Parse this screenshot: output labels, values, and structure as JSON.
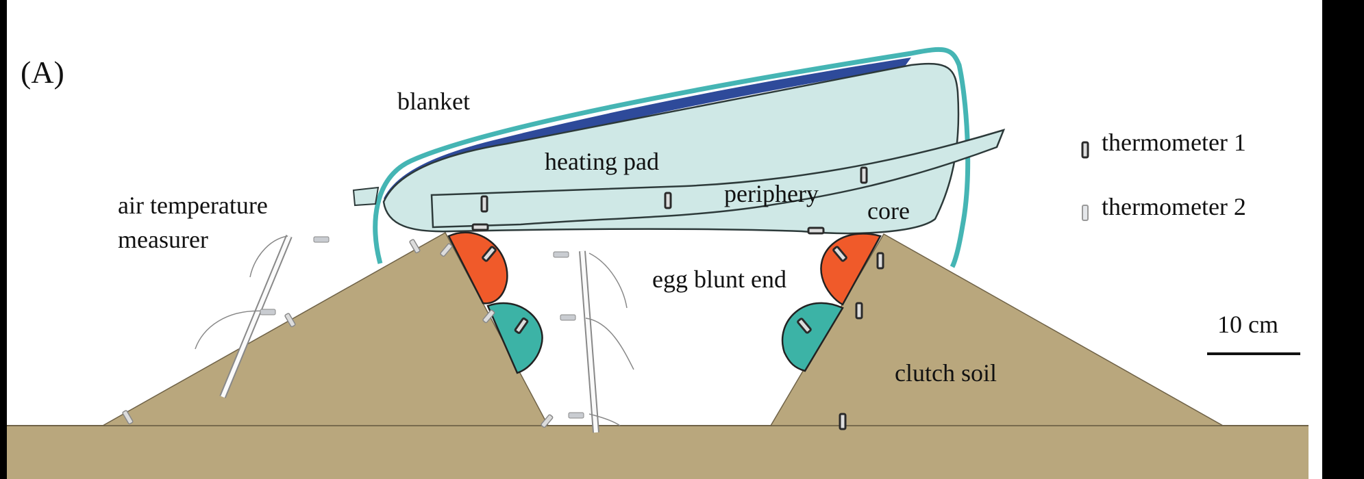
{
  "figure": {
    "panel_label": "(A)",
    "colors": {
      "soil": "#b9a77d",
      "soil_edge": "#6f6247",
      "blanket_outline": "#45b5b4",
      "blanket_inner": "#2e4a9a",
      "heating_pad_fill": "#cfe8e6",
      "egg_upper": "#f05a2a",
      "egg_lower": "#3cb3a6",
      "thermometer_1": "#2a2a2a",
      "thermometer_2": "#c9ccd1",
      "background": "#ffffff",
      "frame": "#000000"
    },
    "labels": {
      "blanket": "blanket",
      "heating_pad": "heating pad",
      "periphery": "periphery",
      "core": "core",
      "air_temperature_measurer_line1": "air temperature",
      "air_temperature_measurer_line2": "measurer",
      "egg_blunt_end": "egg blunt end",
      "clutch_soil": "clutch soil"
    },
    "legend": [
      {
        "icon": "thermometer-1-icon",
        "label": "thermometer 1"
      },
      {
        "icon": "thermometer-2-icon",
        "label": "thermometer 2"
      }
    ],
    "scale_bar": {
      "label": "10 cm"
    }
  }
}
